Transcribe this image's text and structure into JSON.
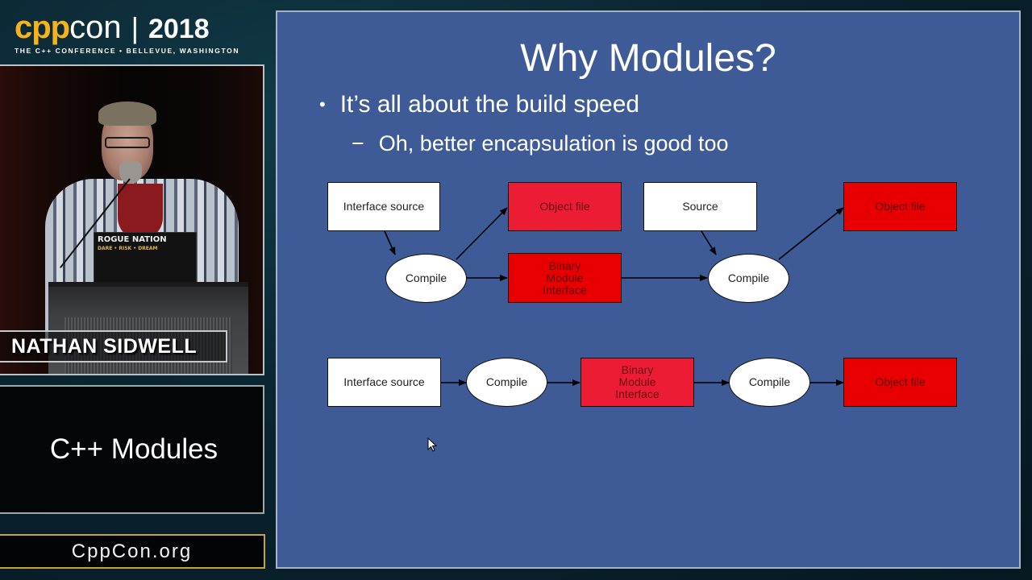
{
  "branding": {
    "logo_cpp": "cpp",
    "logo_con": "con",
    "logo_separator": "|",
    "logo_year": "2018",
    "tagline": "THE C++ CONFERENCE • BELLEVUE, WASHINGTON",
    "accent_color": "#f6b31c"
  },
  "speaker": {
    "name": "NATHAN SIDWELL",
    "laptop_sticker_line1": "ROGUE NATION",
    "laptop_sticker_line2": "DARE • RISK • DREAM"
  },
  "talk": {
    "title": "C++ Modules",
    "website": "CppCon.org"
  },
  "slide": {
    "title": "Why Modules?",
    "bullets": [
      {
        "marker": "•",
        "text": "It’s all about the build speed",
        "sub": [
          {
            "marker": "−",
            "text": "Oh, better encapsulation is good too"
          }
        ]
      }
    ],
    "background_color": "#3e5a97",
    "diagram_top": {
      "nodes": {
        "interface_source": "Interface source",
        "compile_1": "Compile",
        "object_file_1": "Object file",
        "bmi": "Binary Module Interface",
        "bmi_lines": [
          "Binary",
          "Module",
          "Interface"
        ],
        "source": "Source",
        "compile_2": "Compile",
        "object_file_2": "Object file"
      }
    },
    "diagram_bottom": {
      "nodes": {
        "interface_source": "Interface source",
        "compile_1": "Compile",
        "bmi_lines": [
          "Binary",
          "Module",
          "Interface"
        ],
        "compile_2": "Compile",
        "object_file": "Object file"
      }
    }
  },
  "cursor": {
    "type": "arrow-pointer"
  }
}
